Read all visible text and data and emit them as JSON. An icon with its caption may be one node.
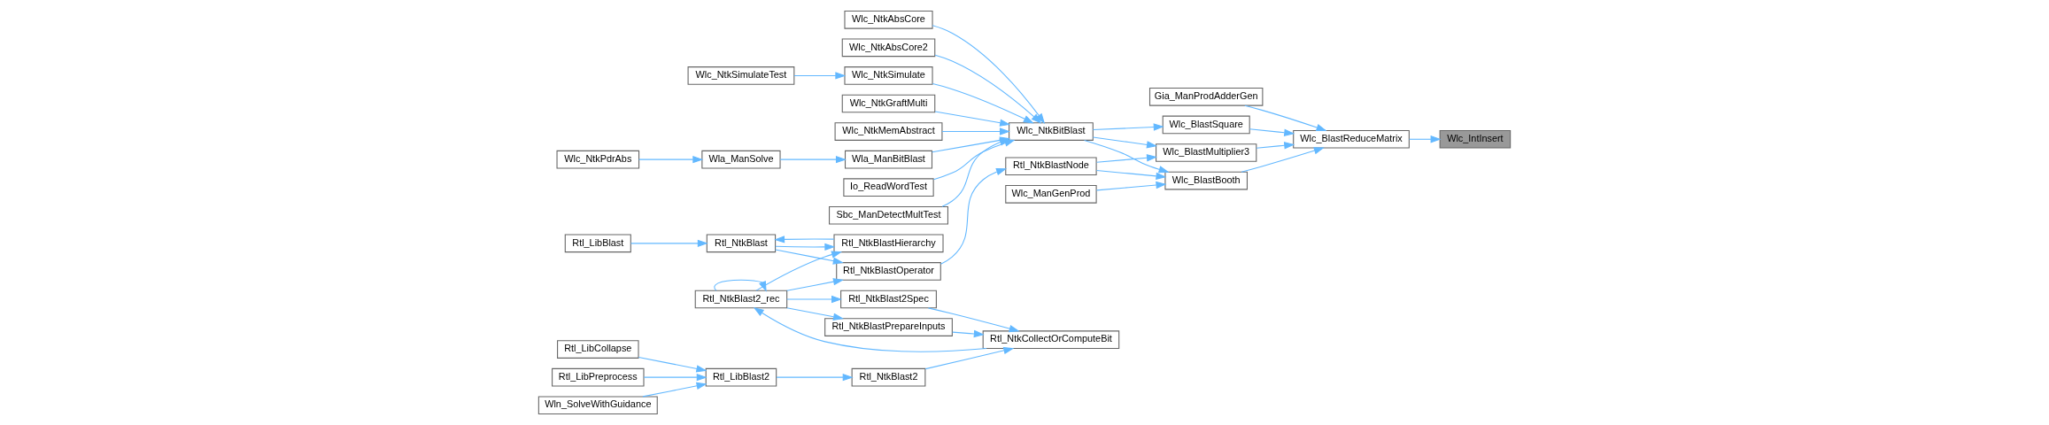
{
  "diagram": {
    "nodes": [
      {
        "text": [
          "Wlc_IntInsert"
        ]
      },
      {
        "text": [
          "Wlc_BlastReduceMatrix"
        ]
      },
      {
        "text": [
          "Gia_ManProdAdderGen"
        ]
      },
      {
        "text": [
          "Wlc_BlastBooth"
        ]
      },
      {
        "text": [
          "Wlc_BlastMultiplier3"
        ]
      },
      {
        "text": [
          "Wlc_BlastSquare"
        ]
      },
      {
        "text": [
          "Wlc_ManGenProd"
        ]
      },
      {
        "text": [
          "Rtl_NtkBlastNode"
        ]
      },
      {
        "text": [
          "Wlc_NtkBitBlast"
        ]
      },
      {
        "text": [
          "Rtl_NtkBlastOperator"
        ]
      },
      {
        "text": [
          "Rtl_NtkBlast"
        ]
      },
      {
        "text": [
          "Rtl_NtkBlast2_rec"
        ]
      },
      {
        "text": [
          "Rtl_LibBlast"
        ]
      },
      {
        "text": [
          "Rtl_NtkBlastHierarchy"
        ]
      },
      {
        "text": [
          "Rtl_NtkCollectOrComputeBit"
        ]
      },
      {
        "text": [
          "Rtl_NtkBlast2Spec"
        ]
      },
      {
        "text": [
          "Rtl_NtkBlastPrepareInputs"
        ]
      },
      {
        "text": [
          "Rtl_NtkBlast2"
        ]
      },
      {
        "text": [
          "Rtl_LibBlast2"
        ]
      },
      {
        "text": [
          "Rtl_LibCollapse"
        ]
      },
      {
        "text": [
          "Rtl_LibPreprocess"
        ]
      },
      {
        "text": [
          "Wln_SolveWithGuidance"
        ]
      },
      {
        "text": [
          "Wlc_NtkGraftMulti"
        ]
      },
      {
        "text": [
          "Wlc_NtkMemAbstract"
        ]
      },
      {
        "text": [
          "Wlc_NtkSimulate"
        ]
      },
      {
        "text": [
          "Wlc_NtkSimulateTest"
        ]
      },
      {
        "text": [
          "Io_ReadWordTest"
        ]
      },
      {
        "text": [
          "Sbc_ManDetectMultTest"
        ]
      },
      {
        "text": [
          "Wla_ManBitBlast"
        ]
      },
      {
        "text": [
          "Wla_ManSolve"
        ]
      },
      {
        "text": [
          "Wlc_NtkPdrAbs"
        ]
      },
      {
        "text": [
          "Wlc_NtkAbsCore"
        ]
      },
      {
        "text": [
          "Wlc_NtkAbsCore2"
        ]
      }
    ],
    "edges": [
      {
        "from": 1,
        "to": 0,
        "arrow": "to"
      },
      {
        "from": 2,
        "to": 1,
        "arrow": "to"
      },
      {
        "from": 3,
        "to": 1,
        "arrow": "to"
      },
      {
        "from": 4,
        "to": 1,
        "arrow": "to"
      },
      {
        "from": 5,
        "to": 1,
        "arrow": "to"
      },
      {
        "from": 6,
        "to": 3,
        "arrow": "to"
      },
      {
        "from": 7,
        "to": 3,
        "arrow": "to"
      },
      {
        "from": 8,
        "to": 3,
        "arrow": "to"
      },
      {
        "from": 7,
        "to": 4,
        "arrow": "to"
      },
      {
        "from": 8,
        "to": 4,
        "arrow": "to"
      },
      {
        "from": 8,
        "to": 5,
        "arrow": "to"
      },
      {
        "from": 9,
        "to": 7,
        "arrow": "to"
      },
      {
        "from": 10,
        "to": 9,
        "arrow": "to"
      },
      {
        "from": 11,
        "to": 9,
        "arrow": "to"
      },
      {
        "from": 12,
        "to": 10,
        "arrow": "to"
      },
      {
        "from": 13,
        "to": 10,
        "arrow": "to"
      },
      {
        "from": 10,
        "to": 13,
        "arrow": "to"
      },
      {
        "from": 11,
        "to": 13,
        "arrow": "to"
      },
      {
        "from": 11,
        "to": 11,
        "arrow": "to"
      },
      {
        "from": 11,
        "to": 15,
        "arrow": "to"
      },
      {
        "from": 15,
        "to": 14,
        "arrow": "to"
      },
      {
        "from": 11,
        "to": 16,
        "arrow": "to"
      },
      {
        "from": 16,
        "to": 14,
        "arrow": "to"
      },
      {
        "from": 14,
        "to": 11,
        "arrow": "to"
      },
      {
        "from": 17,
        "to": 14,
        "arrow": "to"
      },
      {
        "from": 18,
        "to": 17,
        "arrow": "to"
      },
      {
        "from": 19,
        "to": 18,
        "arrow": "to"
      },
      {
        "from": 20,
        "to": 18,
        "arrow": "to"
      },
      {
        "from": 21,
        "to": 18,
        "arrow": "to"
      },
      {
        "from": 22,
        "to": 8,
        "arrow": "to"
      },
      {
        "from": 23,
        "to": 8,
        "arrow": "to"
      },
      {
        "from": 24,
        "to": 8,
        "arrow": "to"
      },
      {
        "from": 25,
        "to": 24,
        "arrow": "to"
      },
      {
        "from": 26,
        "to": 8,
        "arrow": "to"
      },
      {
        "from": 27,
        "to": 8,
        "arrow": "to"
      },
      {
        "from": 28,
        "to": 8,
        "arrow": "to"
      },
      {
        "from": 29,
        "to": 28,
        "arrow": "to"
      },
      {
        "from": 30,
        "to": 29,
        "arrow": "to"
      },
      {
        "from": 31,
        "to": 8,
        "arrow": "to"
      },
      {
        "from": 32,
        "to": 8,
        "arrow": "to"
      }
    ]
  }
}
